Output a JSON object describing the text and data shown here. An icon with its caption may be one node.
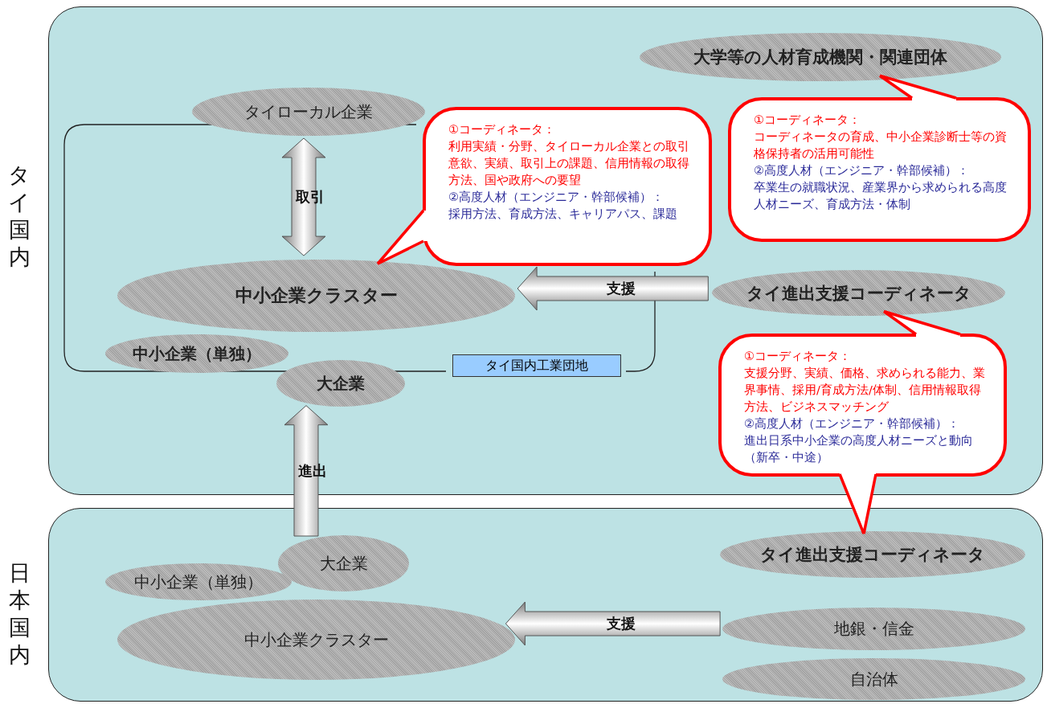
{
  "diagram": {
    "nodes": [
      {
        "text": [
          "タイ国内"
        ]
      },
      {
        "text": [
          "タイローカル企業"
        ],
        "in": 0
      },
      {
        "text": [
          "中小企業クラスター"
        ],
        "in": 0
      },
      {
        "text": [
          "中小企業（単独）"
        ],
        "in": 0
      },
      {
        "text": [
          "大企業"
        ],
        "in": 0
      },
      {
        "text": [
          "タイ国内工業団地"
        ],
        "in": 0
      },
      {
        "text": [
          "大学等の人材育成機関・関連団体"
        ],
        "in": 0
      },
      {
        "text": [
          "タイ進出支援コーディネータ"
        ],
        "in": 0
      },
      {
        "text": [
          "①コーディネータ：",
          "利用実績・分野、タイローカル企業との取引意欲、実績、取引上の課題、信用情報の取得方法、国や政府への要望",
          "②高度人材（エンジニア・幹部候補）：",
          "採用方法、育成方法、キャリアパス、課題"
        ],
        "in": 0
      },
      {
        "text": [
          "①コーディネータ：",
          "コーディネータの育成、中小企業診断士等の資格保持者の活用可能性",
          "②高度人材（エンジニア・幹部候補）：",
          "卒業生の就職状況、産業界から求められる高度人材ニーズ、育成方法・体制"
        ],
        "in": 0
      },
      {
        "text": [
          "①コーディネータ：",
          "支援分野、実績、価格、求められる能力、業界事情、採用/育成方法/体制、信用情報取得方法、ビジネスマッチング",
          "②高度人材（エンジニア・幹部候補）：",
          "進出日系中小企業の高度人材ニーズと動向（新卒・中途）"
        ],
        "in": 0
      },
      {
        "text": [
          "日本国内"
        ]
      },
      {
        "text": [
          "大企業"
        ],
        "in": 11
      },
      {
        "text": [
          "中小企業（単独）"
        ],
        "in": 11
      },
      {
        "text": [
          "中小企業クラスター"
        ],
        "in": 11
      },
      {
        "text": [
          "タイ進出支援コーディネータ"
        ],
        "in": 11
      },
      {
        "text": [
          "地銀・信金"
        ],
        "in": 11
      },
      {
        "text": [
          "自治体"
        ],
        "in": 11
      }
    ],
    "edges": [
      {
        "from": 1,
        "to": 2,
        "arrow": "both",
        "label": "取引"
      },
      {
        "from": 7,
        "to": 2,
        "arrow": "to",
        "label": "支援"
      },
      {
        "from": 12,
        "to": 4,
        "arrow": "to",
        "label": "進出"
      },
      {
        "from": 16,
        "to": 14,
        "arrow": "to",
        "label": "支援"
      },
      {
        "from": 8,
        "to": 2,
        "arrow": "none"
      },
      {
        "from": 9,
        "to": 6,
        "arrow": "none"
      },
      {
        "from": 10,
        "to": 7,
        "arrow": "none"
      },
      {
        "from": 10,
        "to": 15,
        "arrow": "none"
      }
    ]
  }
}
